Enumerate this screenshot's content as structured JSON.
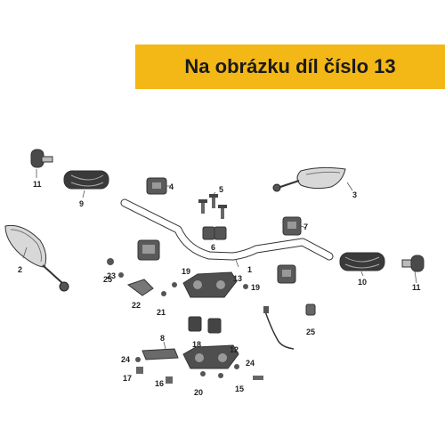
{
  "banner": {
    "text": "Na obrázku díl číslo 13",
    "color": "#f3b716"
  },
  "diagram": {
    "highlighted_part": "13",
    "callouts": [
      {
        "id": "c1",
        "label": "1",
        "part": "handlebar"
      },
      {
        "id": "c2",
        "label": "2",
        "part": "left-mirror"
      },
      {
        "id": "c3",
        "label": "3",
        "part": "right-mirror"
      },
      {
        "id": "c4",
        "label": "4",
        "part": "clamp-upper-left"
      },
      {
        "id": "c5",
        "label": "5",
        "part": "bolts"
      },
      {
        "id": "c6",
        "label": "6",
        "part": "clamp-block"
      },
      {
        "id": "c7",
        "label": "7",
        "part": "switch-right"
      },
      {
        "id": "c8",
        "label": "8",
        "part": "bracket"
      },
      {
        "id": "c9",
        "label": "9",
        "part": "left-grip"
      },
      {
        "id": "c10",
        "label": "10",
        "part": "right-grip"
      },
      {
        "id": "c11a",
        "label": "11",
        "part": "bar-end-left"
      },
      {
        "id": "c11b",
        "label": "11",
        "part": "bar-end-right"
      },
      {
        "id": "c12",
        "label": "12",
        "part": "lower-holder"
      },
      {
        "id": "c13",
        "label": "13",
        "part": "upper-holder"
      },
      {
        "id": "c15",
        "label": "15",
        "part": "bolt"
      },
      {
        "id": "c16",
        "label": "16",
        "part": "nut"
      },
      {
        "id": "c17",
        "label": "17",
        "part": "nut"
      },
      {
        "id": "c18",
        "label": "18",
        "part": "rubber-damper"
      },
      {
        "id": "c19a",
        "label": "19",
        "part": "bolt"
      },
      {
        "id": "c19b",
        "label": "19",
        "part": "bolt"
      },
      {
        "id": "c20",
        "label": "20",
        "part": "washer"
      },
      {
        "id": "c21",
        "label": "21",
        "part": "screw"
      },
      {
        "id": "c22",
        "label": "22",
        "part": "clamp"
      },
      {
        "id": "c23",
        "label": "23",
        "part": "screw"
      },
      {
        "id": "c24a",
        "label": "24",
        "part": "washer"
      },
      {
        "id": "c24b",
        "label": "24",
        "part": "washer"
      },
      {
        "id": "c25a",
        "label": "25",
        "part": "clip"
      },
      {
        "id": "c25b",
        "label": "25",
        "part": "clip"
      }
    ]
  }
}
